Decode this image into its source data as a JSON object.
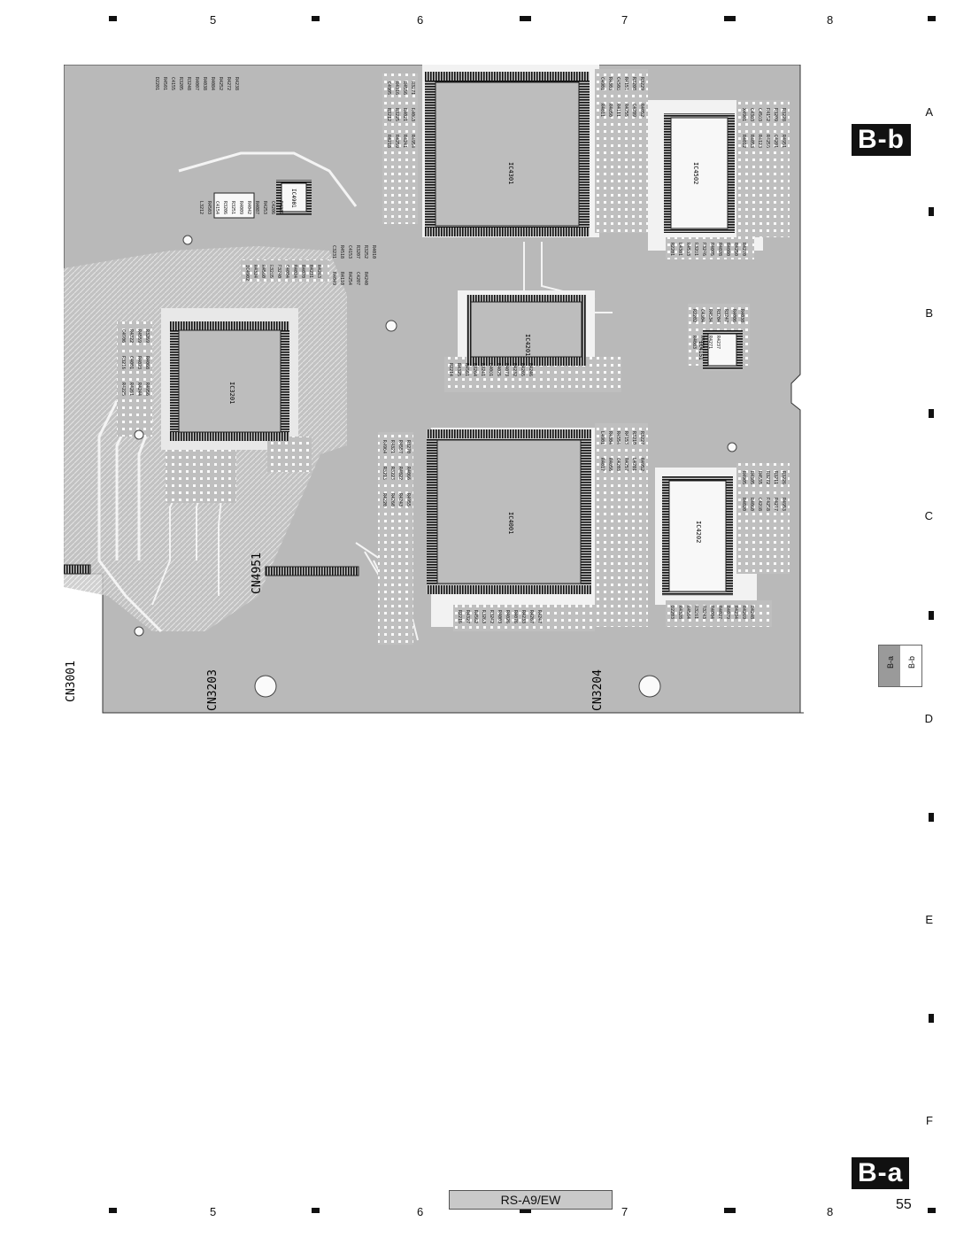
{
  "top_ruler": [
    "5",
    "6",
    "7",
    "8"
  ],
  "bottom_ruler": [
    "5",
    "6",
    "7",
    "8"
  ],
  "side_letters": [
    "A",
    "B",
    "C",
    "D",
    "E",
    "F"
  ],
  "board_view_tag": "B-b",
  "sheet_tag": "B-a",
  "mini_map": {
    "left": "B-a",
    "right": "B-b"
  },
  "model": "RS-A9/EW",
  "page_number": "55",
  "board": {
    "ics": [
      "IC4301",
      "IC4502",
      "IC4201",
      "IC3201",
      "IC4001",
      "IC4202",
      "IC4901",
      "IC4151"
    ],
    "connectors": [
      "CN4951",
      "CN3203",
      "CN3204",
      "CN3001"
    ],
    "labels": [
      "C4901",
      "X4901",
      "L4901",
      "R4905",
      "C4905",
      "R4904",
      "C4906",
      "IC4902",
      "R2214",
      "R2216",
      "D2203",
      "R2201",
      "R2202",
      "D2201",
      "L3212",
      "C3231",
      "R4303",
      "C4303",
      "R4304",
      "R4305",
      "R4316",
      "R4321",
      "R4322",
      "R4324",
      "R4325",
      "R4327",
      "R4328",
      "L4301",
      "C4304",
      "R4501",
      "R4503",
      "R4518",
      "C4508",
      "C4503",
      "R4554",
      "R4555",
      "R4556",
      "R4557",
      "R4559",
      "R4560",
      "R4561",
      "R4562",
      "R4564",
      "R4533",
      "R4534",
      "C4155",
      "C4154",
      "C4153",
      "R4151",
      "R4152",
      "R4153",
      "R3272",
      "R3271",
      "R3270",
      "R3269",
      "R3265",
      "R3264",
      "R3263",
      "R3261",
      "R3201",
      "R3204",
      "R3205",
      "R3206",
      "R3207",
      "R3208",
      "R3209",
      "R3210",
      "R3211",
      "R3212",
      "R3213",
      "R3216",
      "R3240",
      "R3241",
      "R3242",
      "R3243",
      "R3246",
      "R3247",
      "R3248",
      "R3251",
      "R3252",
      "R3229",
      "R3228",
      "R3227",
      "R3226",
      "R3225",
      "R3223",
      "C4001",
      "C4004",
      "L4001",
      "R4003",
      "R4004",
      "R4005",
      "R4006",
      "R4007",
      "R4009",
      "R4010",
      "R4011",
      "R4012",
      "R4017",
      "R4020",
      "R4021",
      "R4022",
      "R4023",
      "R4024",
      "R4025",
      "R4026",
      "R4027",
      "R4028",
      "R4030",
      "R4038",
      "R4042",
      "R4049",
      "R4050",
      "R4053",
      "R4056",
      "R4060",
      "R4063",
      "R4066",
      "R4068",
      "R4070",
      "R4073",
      "R4076",
      "R4079",
      "R4080",
      "R4083",
      "R4084",
      "R4087",
      "R4110",
      "R4111",
      "R4123",
      "C4203",
      "C4208",
      "R4218",
      "R4220",
      "R4225",
      "R4231",
      "R4232",
      "R4233",
      "R4234",
      "R4250",
      "R4251",
      "R4252",
      "R4253",
      "R4254",
      "R4255",
      "R4256",
      "R4257",
      "R4258",
      "R4259",
      "R4260",
      "R4261",
      "R4263",
      "R4265",
      "R4267",
      "R4269",
      "R4270",
      "R4271",
      "R4272",
      "C4206",
      "C4207",
      "C4209",
      "C4201",
      "L4201",
      "R4217",
      "R4241",
      "R4243",
      "R4244",
      "R4245",
      "R4246",
      "R4247",
      "R4248",
      "R4235",
      "R4237",
      "R4238",
      "R4239",
      "R4240",
      "R4052",
      "R4951",
      "R4952",
      "R4953",
      "R4954",
      "R4955",
      "R4956"
    ]
  }
}
